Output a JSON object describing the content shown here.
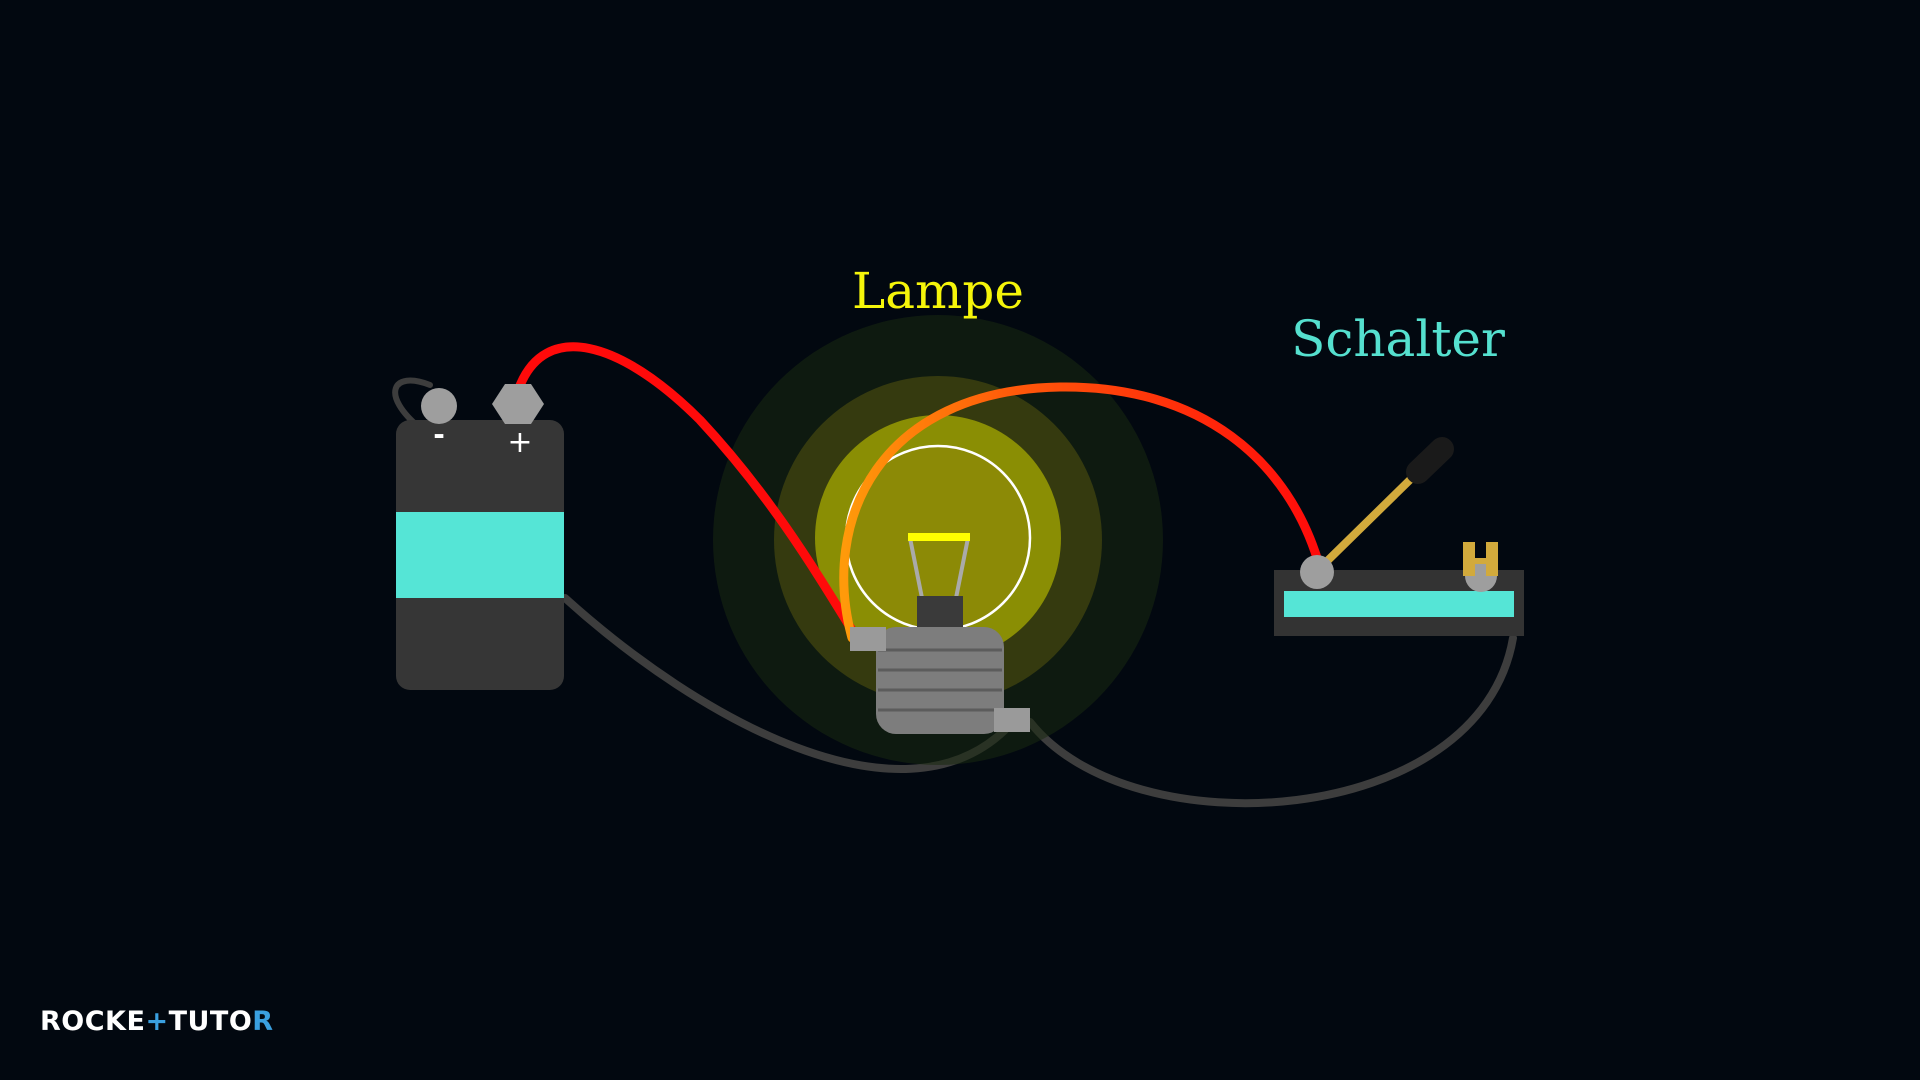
{
  "diagram": {
    "lamp_label": "Lampe",
    "switch_label": "Schalter",
    "battery_minus": "-",
    "battery_plus": "+"
  },
  "logo": {
    "part1": "ROCKE",
    "accent1": "+",
    "part2": "TUTO",
    "accent2": "R"
  },
  "colors": {
    "background": "#020810",
    "lamp_label": "#f5f50a",
    "switch_label": "#55e0cf",
    "battery_stripe": "#55e5d6",
    "live_wire": "#ff0a0a",
    "return_wire": "#3d3d3d",
    "switch_lever": "#d2aa3c",
    "filament": "#ffff00"
  }
}
